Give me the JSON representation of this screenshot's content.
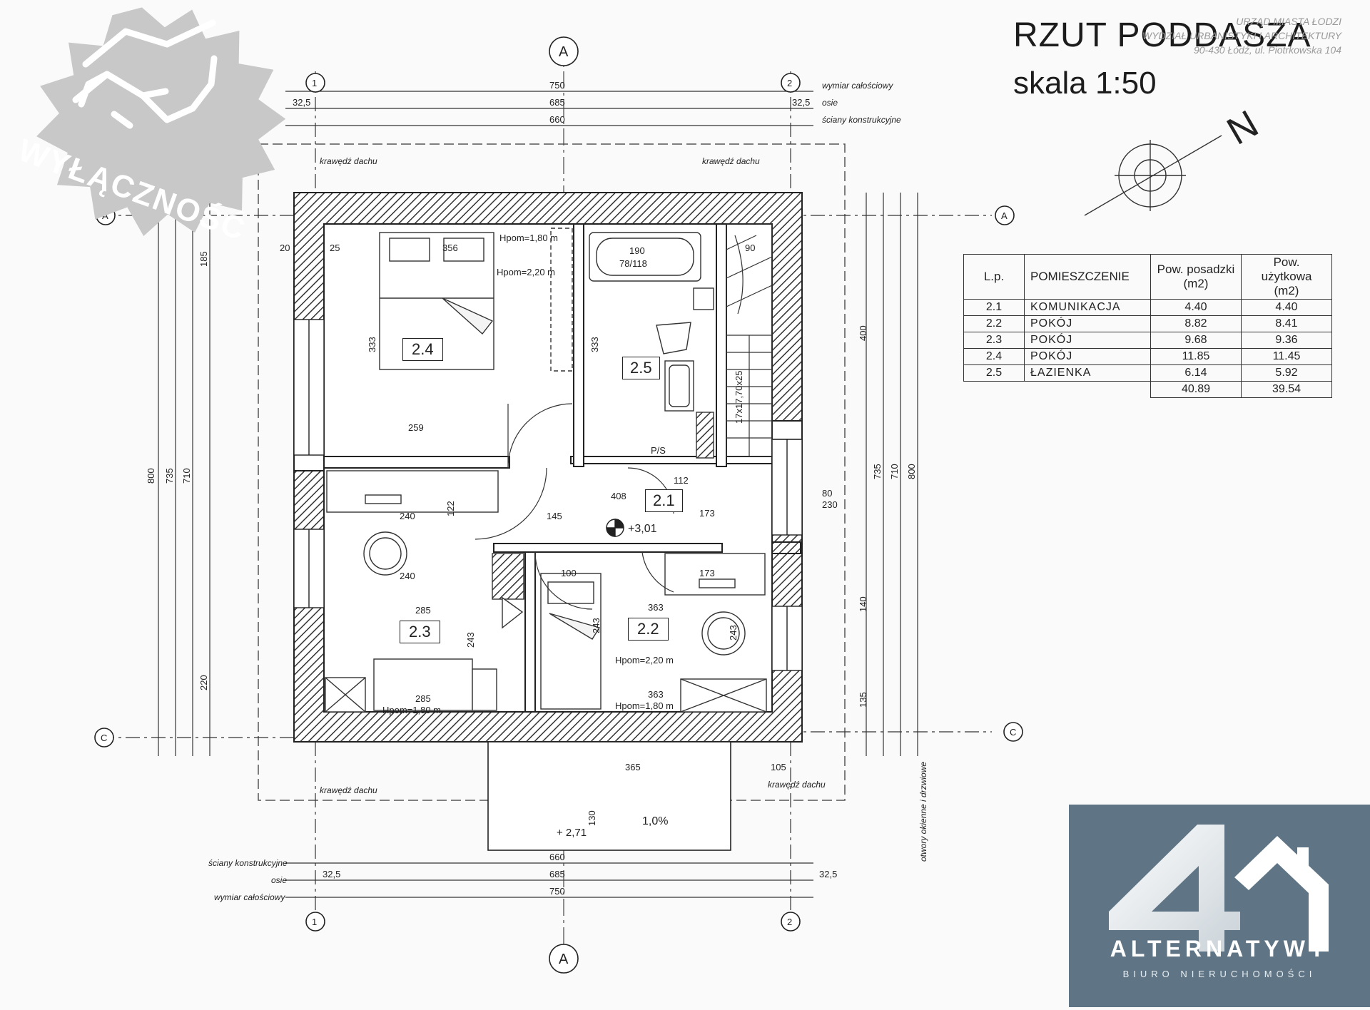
{
  "title": "RZUT PODDASZA",
  "scale": "skala 1:50",
  "stamp": {
    "line1": "URZĄD MIASTA ŁODZI",
    "line2": "WYDZIAŁ URBANISTYKI I ARCHITEKTURY",
    "line3": "90-430 Łódź, ul. Piotrkowska 104"
  },
  "badge": {
    "text": "WYŁĄCZNOŚĆ",
    "color": "#c8c8c8"
  },
  "north": {
    "label": "N"
  },
  "table": {
    "headers": [
      "L.p.",
      "POMIESZCZENIE",
      "Pow. posadzki (m2)",
      "Pow. użytkowa (m2)"
    ],
    "rows": [
      [
        "2.1",
        "KOMUNIKACJA",
        "4.40",
        "4.40"
      ],
      [
        "2.2",
        "POKÓJ",
        "8.82",
        "8.41"
      ],
      [
        "2.3",
        "POKÓJ",
        "9.68",
        "9.36"
      ],
      [
        "2.4",
        "POKÓJ",
        "11.85",
        "11.45"
      ],
      [
        "2.5",
        "ŁAZIENKA",
        "6.14",
        "5.92"
      ]
    ],
    "total": [
      "40.89",
      "39.54"
    ]
  },
  "rooms": {
    "r21": "2.1",
    "r22": "2.2",
    "r23": "2.3",
    "r24": "2.4",
    "r25": "2.5"
  },
  "labels": {
    "axis_a": "A",
    "axis_c": "C",
    "axis_1": "1",
    "axis_2": "2",
    "wymiar": "wymiar całościowy",
    "osie": "osie",
    "sciany": "ściany konstrukcyjne",
    "otwory": "otwory okienne i drzwiowe",
    "krawedz": "krawędź dachu",
    "dim_750": "750",
    "dim_685": "685",
    "dim_660": "660",
    "dim_325": "32,5",
    "dim_800": "800",
    "dim_735": "735",
    "dim_710": "710",
    "hpom_180": "Hpom=1,80 m",
    "hpom_220": "Hpom=2,20 m",
    "level_301": "+3,01",
    "level_271": "+ 2,71",
    "slope": "1,0%",
    "stairs": "17x17,70x25",
    "bath": "190",
    "bath2": "78/118",
    "ps": "P/S",
    "d356": "356",
    "d333": "333",
    "d259": "259",
    "d240": "240",
    "d285": "285",
    "d363": "363",
    "d173": "173",
    "d408": "408",
    "d365": "365",
    "d100": "100",
    "d145": "145",
    "d112": "112",
    "d243": "243",
    "d122": "122",
    "d90": "90",
    "d185": "185",
    "d400": "400",
    "d220": "220",
    "d140": "140",
    "d135": "135",
    "d130": "130",
    "d105": "105",
    "d20": "20",
    "d25": "25",
    "d80": "80",
    "d230": "230"
  },
  "logo": {
    "brand": "ALTERNATYWY",
    "sub": "BIURO NIERUCHOMOŚCI",
    "bg": "#5f7585"
  }
}
